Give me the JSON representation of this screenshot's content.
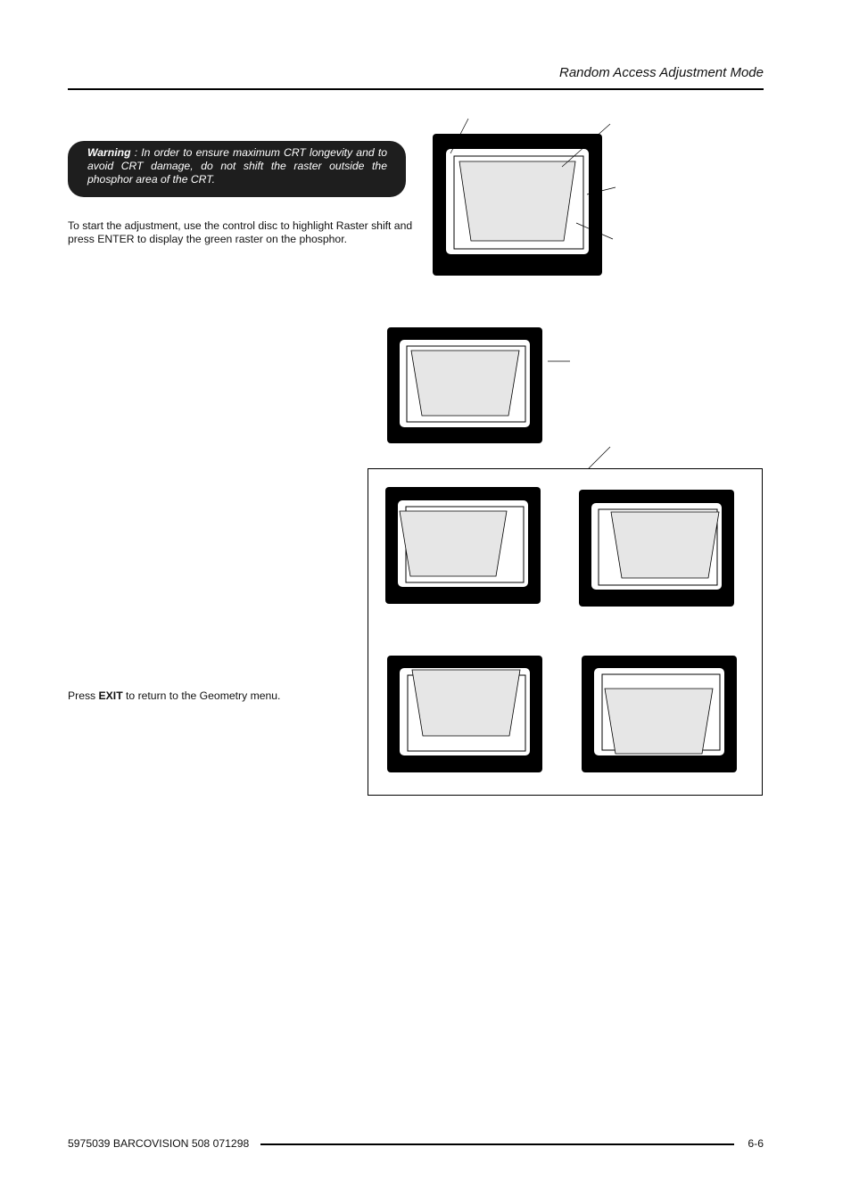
{
  "header": {
    "title": "Random Access Adjustment Mode"
  },
  "warning": {
    "label": "Warning",
    "text": " : In order to ensure maximum CRT longevity and to avoid CRT damage, do not shift the raster outside the phosphor area of the CRT."
  },
  "body": {
    "intro": "To start the adjustment, use the control disc to highlight Raster shift and press ENTER to display the green raster on the phosphor.",
    "exit_prefix": "Press ",
    "exit_key": "EXIT",
    "exit_suffix": " to return to the Geometry menu."
  },
  "figures": {
    "colors": {
      "crt_body": "#000000",
      "phosphor": "#ffffff",
      "raster_fill": "#e6e6e6",
      "outline": "#000000"
    }
  },
  "footer": {
    "doc_ref": "5975039 BARCOVISION 508 071298",
    "page_number": "6-6"
  }
}
